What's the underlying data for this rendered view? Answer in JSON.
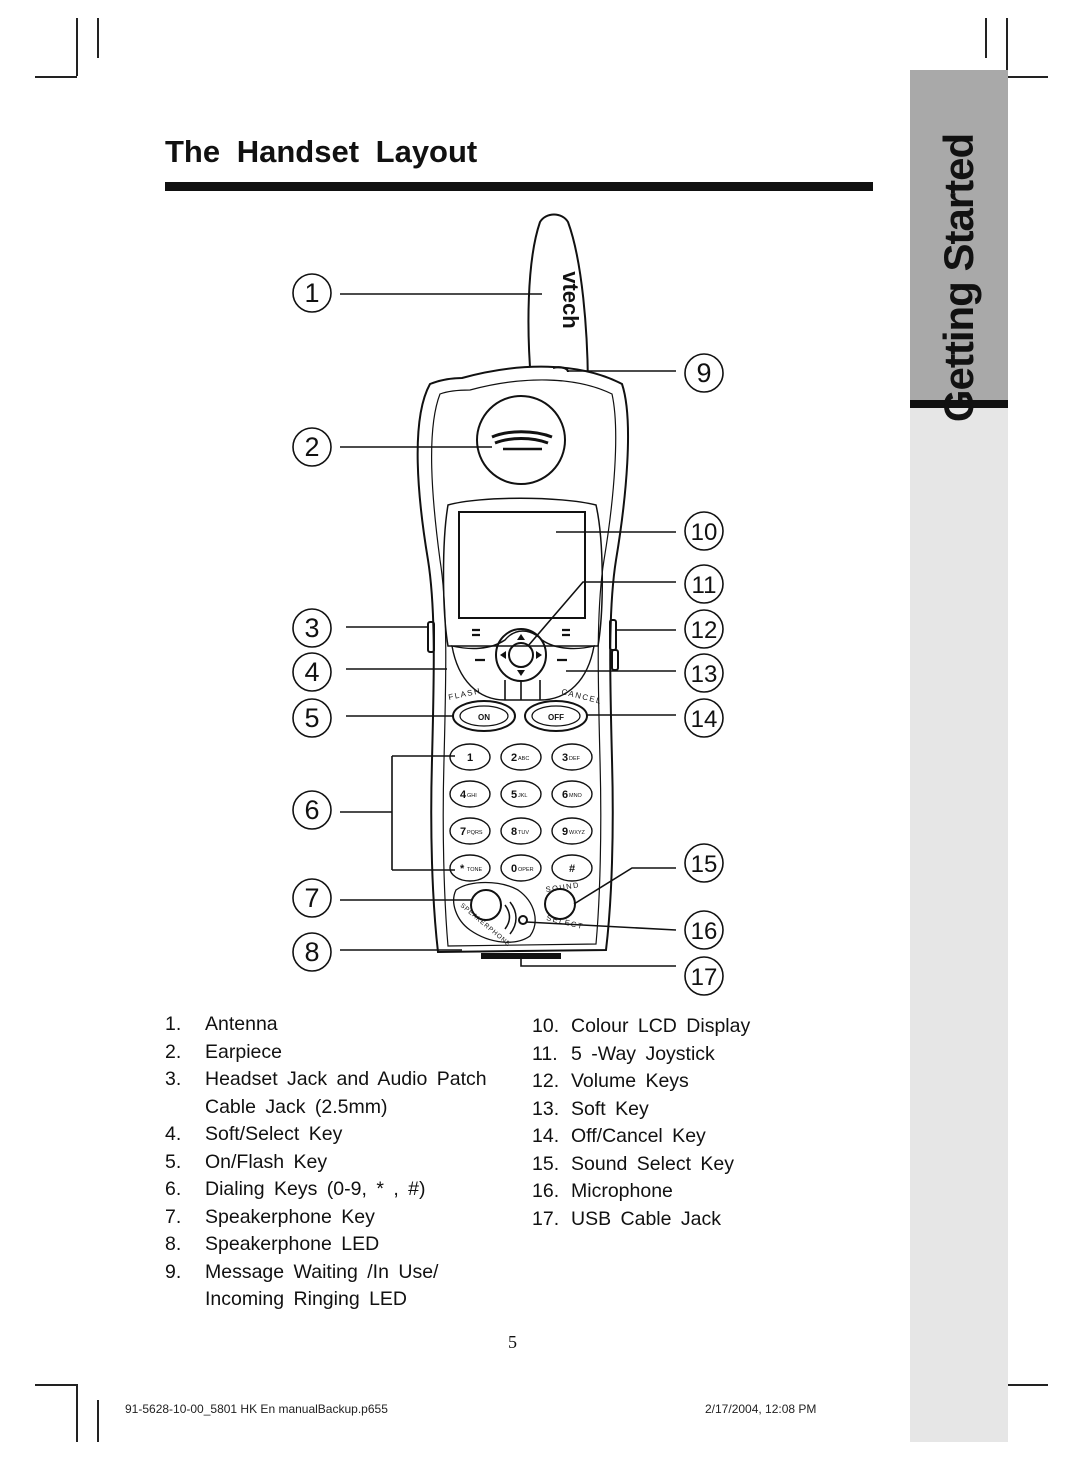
{
  "header": {
    "title": "The  Handset  Layout",
    "side_tab": "Getting Started"
  },
  "diagram": {
    "callouts": [
      "1",
      "2",
      "3",
      "4",
      "5",
      "6",
      "7",
      "8",
      "9",
      "10",
      "11",
      "12",
      "13",
      "14",
      "15",
      "16",
      "17"
    ],
    "brand": "vtech",
    "labels": {
      "flash": "FLASH",
      "cancel": "CANCEL",
      "on": "ON",
      "off": "OFF",
      "sound": "SOUND",
      "select": "SELECT",
      "speakerphone": "SPEAKERPHONE"
    },
    "keypad": [
      {
        "num": "1",
        "sub": ""
      },
      {
        "num": "2",
        "sub": "ABC"
      },
      {
        "num": "3",
        "sub": "DEF"
      },
      {
        "num": "4",
        "sub": "GHI"
      },
      {
        "num": "5",
        "sub": "JKL"
      },
      {
        "num": "6",
        "sub": "MNO"
      },
      {
        "num": "7",
        "sub": "PQRS"
      },
      {
        "num": "8",
        "sub": "TUV"
      },
      {
        "num": "9",
        "sub": "WXYZ"
      },
      {
        "num": "*",
        "sub": "TONE"
      },
      {
        "num": "0",
        "sub": "OPER"
      },
      {
        "num": "#",
        "sub": ""
      }
    ]
  },
  "legend_left": [
    {
      "num": "1.",
      "text": "Antenna"
    },
    {
      "num": "2.",
      "text": "Earpiece"
    },
    {
      "num": "3.",
      "text": "Headset Jack and Audio Patch"
    },
    {
      "num": "",
      "text": "Cable  Jack  (2.5mm)"
    },
    {
      "num": "4.",
      "text": "Soft/Select  Key"
    },
    {
      "num": "5.",
      "text": "On/Flash  Key"
    },
    {
      "num": "6.",
      "text": "Dialing  Keys  (0-9,  * ,  #)"
    },
    {
      "num": "7.",
      "text": "Speakerphone  Key"
    },
    {
      "num": "8.",
      "text": "Speakerphone  LED"
    },
    {
      "num": "9.",
      "text": "Message  Waiting  /In  Use/"
    },
    {
      "num": "",
      "text": "Incoming  Ringing  LED"
    }
  ],
  "legend_right": [
    {
      "num": "10.",
      "text": "Colour  LCD  Display"
    },
    {
      "num": "11.",
      "text": "5  -Way  Joystick"
    },
    {
      "num": "12.",
      "text": "Volume  Keys"
    },
    {
      "num": "13.",
      "text": "Soft   Key"
    },
    {
      "num": "14.",
      "text": "Off/Cancel  Key"
    },
    {
      "num": "15.",
      "text": "Sound  Select  Key"
    },
    {
      "num": "16.",
      "text": "Microphone"
    },
    {
      "num": "17.",
      "text": "USB  Cable  Jack"
    }
  ],
  "page_number": "5",
  "footer": {
    "left": "91-5628-10-00_5801 HK En manualBackup.p65",
    "left_page": "5",
    "right": "2/17/2004, 12:08 PM"
  }
}
